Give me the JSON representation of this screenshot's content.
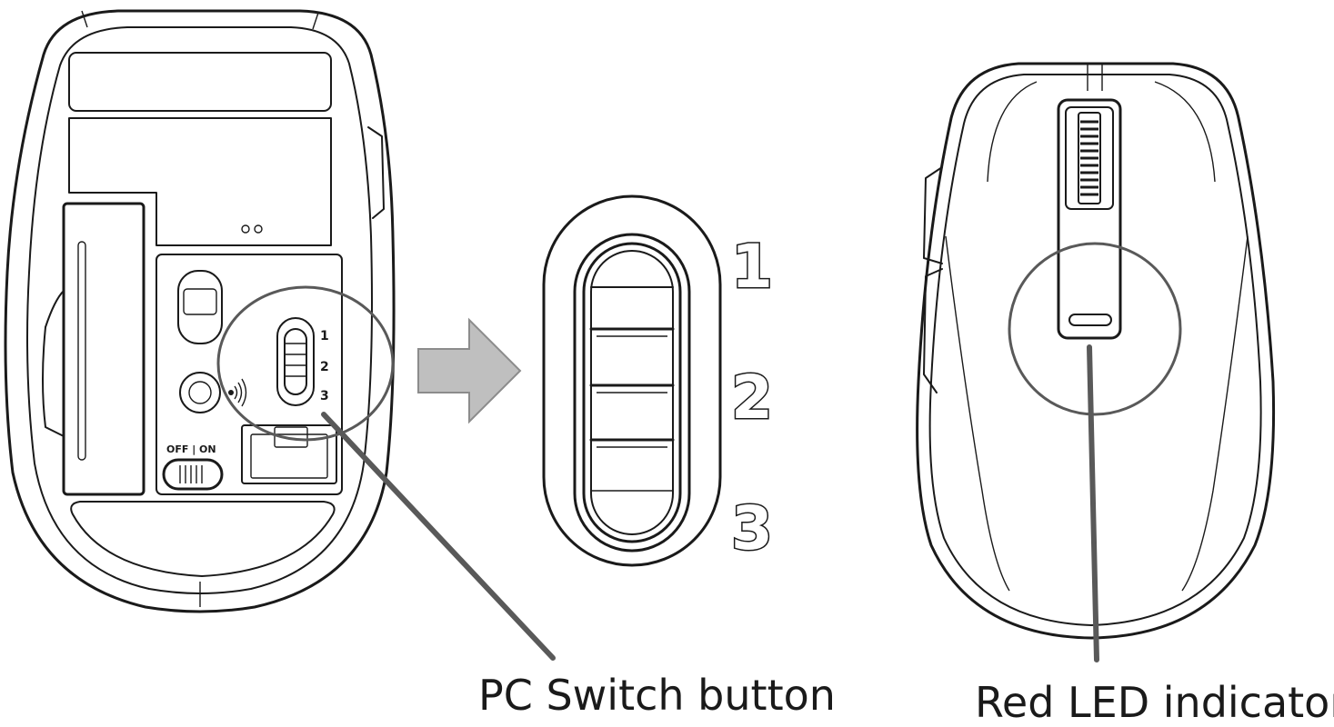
{
  "labels": {
    "pc_switch": "PC Switch button",
    "red_led": "Red LED indicator"
  },
  "bottom_view": {
    "switch_positions": [
      "1",
      "2",
      "3"
    ],
    "power_switch_label": "OFF | ON"
  },
  "zoom_view": {
    "positions": [
      "1",
      "2",
      "3"
    ]
  },
  "colors": {
    "line": "#1a1a1a",
    "callout_line": "#595959",
    "arrow_fill": "#bfbfbf",
    "background": "#ffffff"
  },
  "icons": [
    "arrow-right-icon",
    "wireless-signal-icon"
  ]
}
